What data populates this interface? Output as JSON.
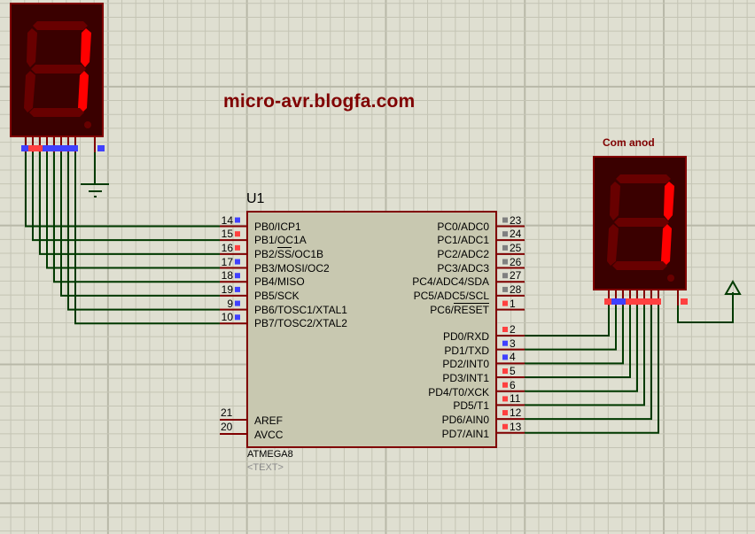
{
  "watermark": "micro-avr.blogfa.com",
  "colors": {
    "background": "#dfdfd1",
    "grid_minor": "#c4c4b4",
    "grid_major": "#b8b8a8",
    "wire": "#003a00",
    "pin": "#800000",
    "chip_fill": "#c8c8b0",
    "chip_border": "#800000",
    "display_body": "#3a0000",
    "segment_on": "#ff0000",
    "segment_off": "#680000",
    "logic_high": "#ff4040",
    "logic_low": "#4040ff",
    "logic_float": "#808080",
    "label_text": "#800000"
  },
  "chip": {
    "ref": "U1",
    "part": "ATMEGA8",
    "text_placeholder": "<TEXT>",
    "left_pins": [
      {
        "num": "14",
        "name": "PB0/ICP1",
        "state": "low"
      },
      {
        "num": "15",
        "name": "PB1/OC1A",
        "state": "high"
      },
      {
        "num": "16",
        "name_parts": [
          "PB2/",
          "SS",
          "/OC1B"
        ],
        "name": "PB2/SS/OC1B",
        "state": "high"
      },
      {
        "num": "17",
        "name": "PB3/MOSI/OC2",
        "state": "low"
      },
      {
        "num": "18",
        "name": "PB4/MISO",
        "state": "low"
      },
      {
        "num": "19",
        "name": "PB5/SCK",
        "state": "low"
      },
      {
        "num": "9",
        "name": "PB6/TOSC1/XTAL1",
        "state": "low"
      },
      {
        "num": "10",
        "name": "PB7/TOSC2/XTAL2",
        "state": "low"
      }
    ],
    "left_power_pins": [
      {
        "num": "21",
        "name": "AREF"
      },
      {
        "num": "20",
        "name": "AVCC"
      }
    ],
    "right_pins_c": [
      {
        "num": "23",
        "name": "PC0/ADC0",
        "state": "float"
      },
      {
        "num": "24",
        "name": "PC1/ADC1",
        "state": "float"
      },
      {
        "num": "25",
        "name": "PC2/ADC2",
        "state": "float"
      },
      {
        "num": "26",
        "name": "PC3/ADC3",
        "state": "float"
      },
      {
        "num": "27",
        "name": "PC4/ADC4/SDA",
        "state": "float"
      },
      {
        "num": "28",
        "name": "PC5/ADC5/SCL",
        "state": "float"
      },
      {
        "num": "1",
        "name_prefix": "PC6/",
        "name_overline": "RESET",
        "name": "PC6/RESET",
        "state": "high"
      }
    ],
    "right_pins_d": [
      {
        "num": "2",
        "name": "PD0/RXD",
        "state": "high"
      },
      {
        "num": "3",
        "name": "PD1/TXD",
        "state": "low"
      },
      {
        "num": "4",
        "name": "PD2/INT0",
        "state": "low"
      },
      {
        "num": "5",
        "name": "PD3/INT1",
        "state": "high"
      },
      {
        "num": "6",
        "name": "PD4/T0/XCK",
        "state": "high"
      },
      {
        "num": "11",
        "name": "PD5/T1",
        "state": "high"
      },
      {
        "num": "12",
        "name": "PD6/AIN0",
        "state": "high"
      },
      {
        "num": "13",
        "name": "PD7/AIN1",
        "state": "high"
      }
    ]
  },
  "displays": [
    {
      "id": "left",
      "type": "common-cathode",
      "label": "",
      "digit": "1",
      "segments_on": [
        "b",
        "c"
      ],
      "pin_states": [
        "low",
        "high",
        "high",
        "low",
        "low",
        "low",
        "low",
        "low"
      ],
      "common_state": "low",
      "common_connection": "ground"
    },
    {
      "id": "right",
      "type": "common-anode",
      "label": "Com anod",
      "digit": "1",
      "segments_on": [
        "b",
        "c"
      ],
      "pin_states": [
        "high",
        "low",
        "low",
        "high",
        "high",
        "high",
        "high",
        "high"
      ],
      "common_state": "high",
      "common_connection": "power"
    }
  ],
  "symbols": {
    "ground": "ground-icon",
    "power": "power-terminal-icon"
  }
}
